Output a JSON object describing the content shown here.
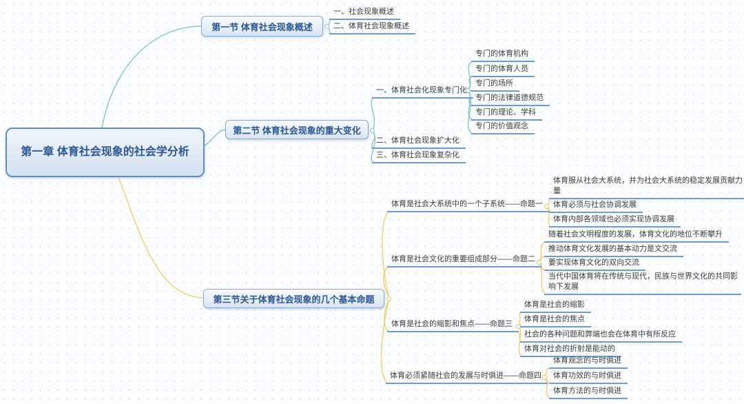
{
  "root": {
    "label": "第一章 体育社会现象的社会学分析"
  },
  "sections": [
    {
      "label": "第一节 体育社会现象概述",
      "children": [
        {
          "label": "一、社会现象概述"
        },
        {
          "label": "二、体育社会现象概述"
        }
      ]
    },
    {
      "label": "第二节 体育社会现象的重大变化",
      "children": [
        {
          "label": "一、体育社会化现象专门化",
          "children": [
            {
              "label": "专门的体育机构"
            },
            {
              "label": "专门的体育人员"
            },
            {
              "label": "专门的场所"
            },
            {
              "label": "专门的法律道德规范"
            },
            {
              "label": "专门的理论、学科"
            },
            {
              "label": "专门的价值观念"
            }
          ]
        },
        {
          "label": "二、体育社会现象扩大化"
        },
        {
          "label": "三、体育社会现象复杂化"
        }
      ]
    },
    {
      "label": "第三节关于体育社会现象的几个基本命题",
      "children": [
        {
          "label": "体育是社会大系统中的一个子系统——命题一",
          "children": [
            {
              "label": "体育服从社会大系统，并为社会大系统的稳定发展贡献力量"
            },
            {
              "label": "体育必须与社会协调发展"
            },
            {
              "label": "体育内部各领域也必须实现协调发展"
            }
          ]
        },
        {
          "label": "体育是社会文化的重要组成部分——命题二",
          "children": [
            {
              "label": "随着社会文明程度的发展，体育文化的地位不断攀升"
            },
            {
              "label": "推动体育文化发展的基本动力是文交流"
            },
            {
              "label": "要实现体育文化的双向交流"
            },
            {
              "label": "当代中国体育将在传统与现代，民族与世界文化的共同影响下发展"
            }
          ]
        },
        {
          "label": "体育是社会的缩影和焦点——命题三",
          "children": [
            {
              "label": "体育是社会的缩影"
            },
            {
              "label": "体育是社会的焦点"
            },
            {
              "label": "社会的各种问题和弊端也会在体育中有所反应"
            },
            {
              "label": "体育对社会的折射是能动的"
            }
          ]
        },
        {
          "label": "体育必须紧随社会的发展与时俱进——命题四",
          "children": [
            {
              "label": "体育观念的与时俱进"
            },
            {
              "label": "体育功效的与时俱进"
            },
            {
              "label": "体育方法的与时俱进"
            }
          ]
        }
      ]
    }
  ],
  "colors": {
    "branch_line_teal": "#84c8c4",
    "branch_line_yellow": "#eed266",
    "node_underline": "#6b9bd8",
    "box_border": "#84a9d8",
    "root_border": "#5b8ec9",
    "box_text": "#2b5796",
    "leaf_text": "#3c3c3c",
    "background": "#fcfdff"
  }
}
